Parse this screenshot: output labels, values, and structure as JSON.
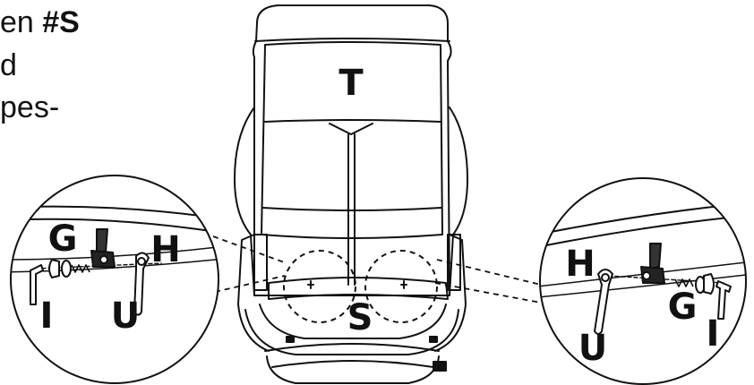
{
  "instructions": {
    "line1_prefix": "en ",
    "line1_part": "#S",
    "line2": "d",
    "line3": "pes-"
  },
  "labels": {
    "backrest": "T",
    "seat": "S",
    "left_bracket": "G",
    "left_bolt": "H",
    "left_wrench": "I",
    "left_lever": "U",
    "right_bolt": "H",
    "right_bracket": "G",
    "right_wrench": "I",
    "right_lever": "U"
  }
}
